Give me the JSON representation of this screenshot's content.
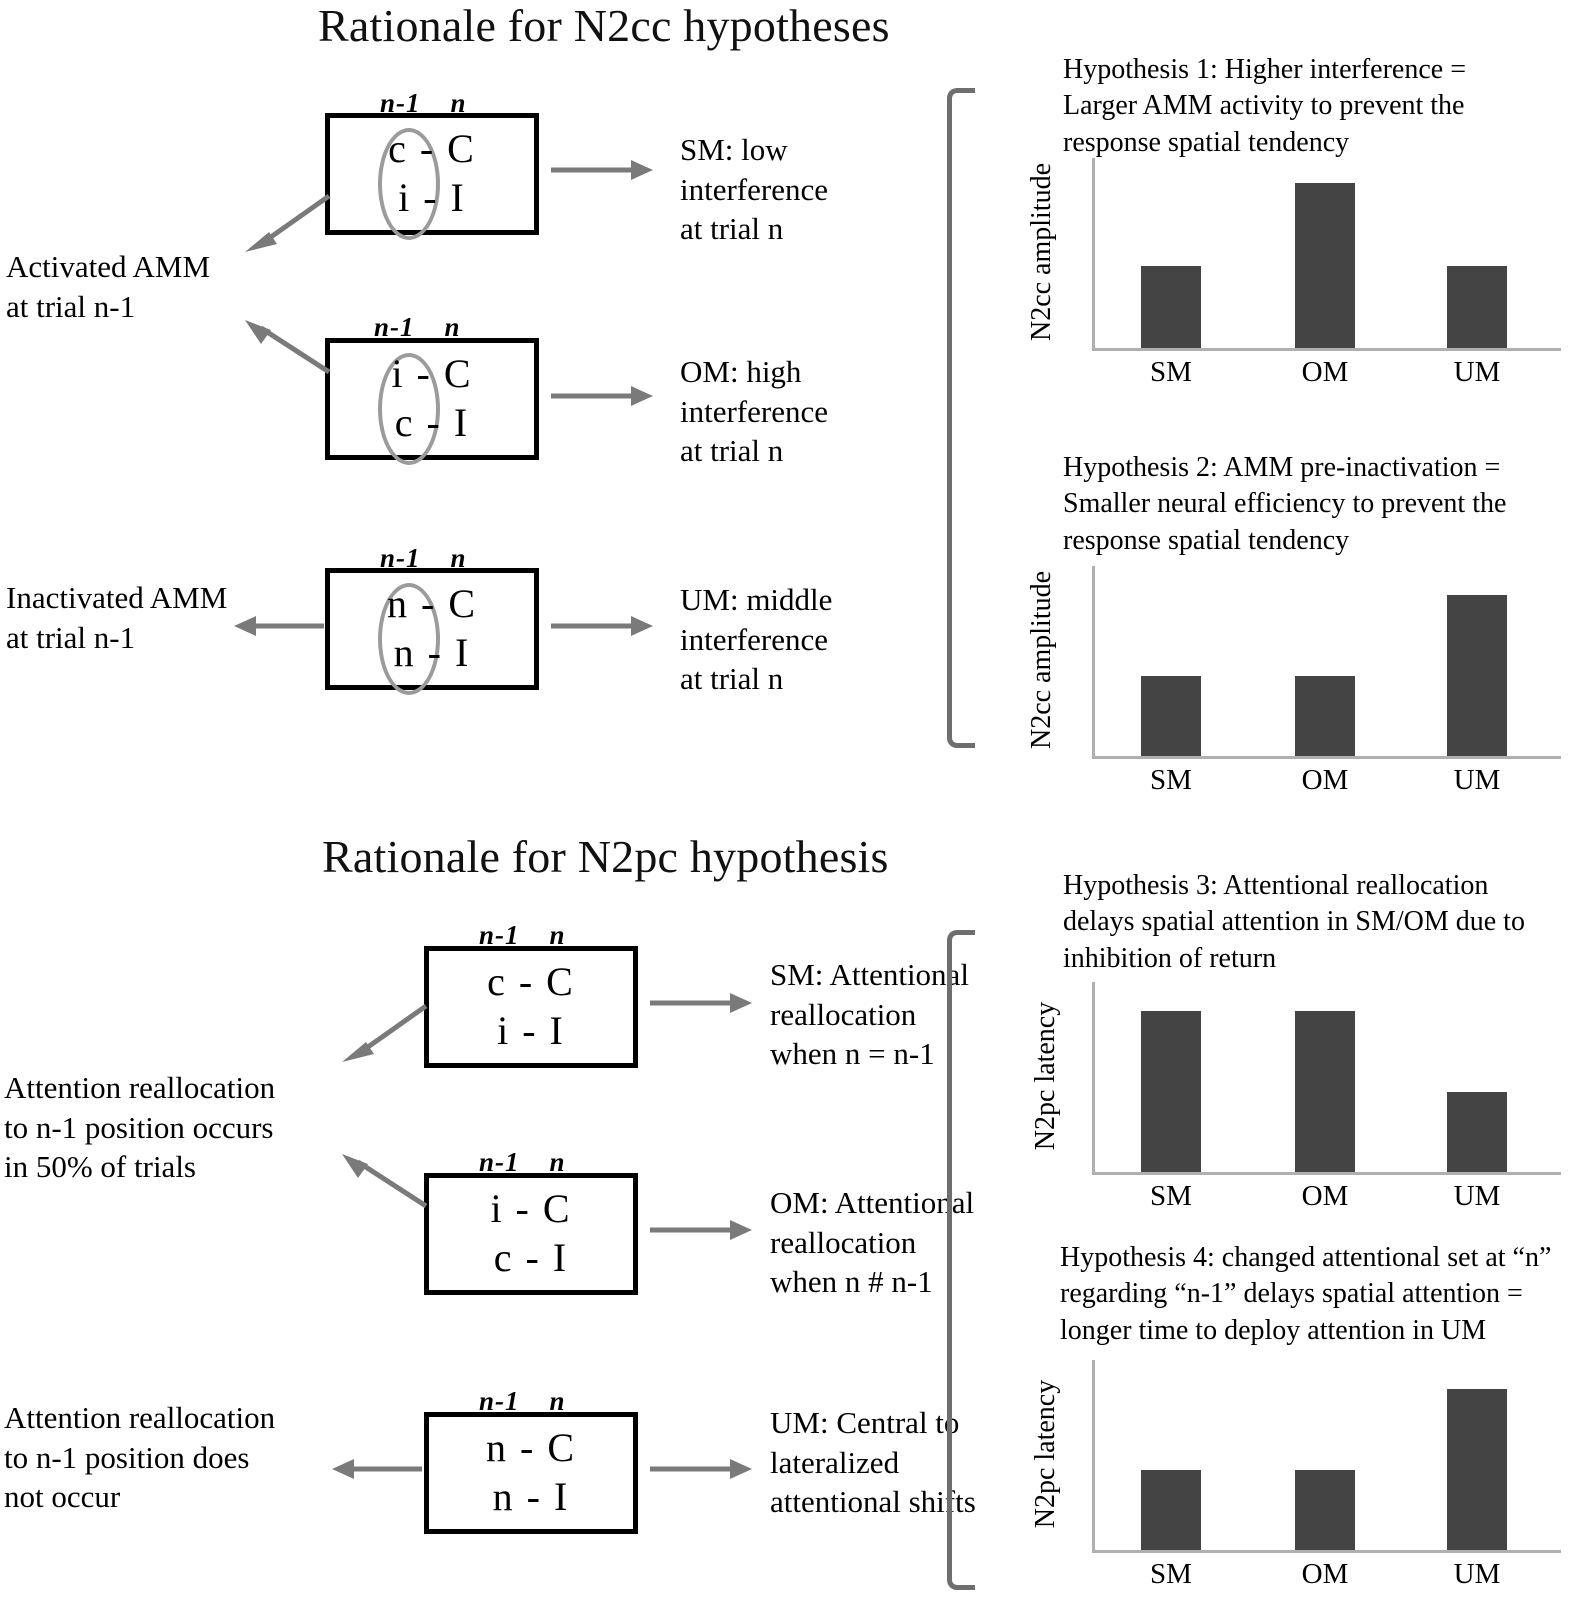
{
  "sections": {
    "n2cc_title": "Rationale for N2cc hypotheses",
    "n2pc_title": "Rationale for N2pc hypothesis"
  },
  "n2cc": {
    "left_labels": [
      "Activated AMM\nat trial n-1",
      "Inactivated AMM\nat trial n-1"
    ],
    "boxes": [
      {
        "header_left": "n-1",
        "header_right": "n",
        "row1": "c - C",
        "row2": "i - I",
        "has_ellipse": true,
        "right_label": "SM: low\ninterference\nat trial n"
      },
      {
        "header_left": "n-1",
        "header_right": "n",
        "row1": "i - C",
        "row2": "c - I",
        "has_ellipse": true,
        "right_label": "OM: high\ninterference\nat trial n"
      },
      {
        "header_left": "n-1",
        "header_right": "n",
        "row1": "n - C",
        "row2": "n - I",
        "has_ellipse": true,
        "right_label": "UM: middle\ninterference\nat trial n"
      }
    ]
  },
  "n2pc": {
    "left_labels": [
      "Attention reallocation\nto n-1 position occurs\nin 50% of trials",
      "Attention reallocation\nto n-1 position does\nnot occur"
    ],
    "boxes": [
      {
        "header_left": "n-1",
        "header_right": "n",
        "row1": "c - C",
        "row2": "i - I",
        "has_ellipse": false,
        "right_label": "SM: Attentional\nreallocation\nwhen n = n-1"
      },
      {
        "header_left": "n-1",
        "header_right": "n",
        "row1": "i - C",
        "row2": "c - I",
        "has_ellipse": false,
        "right_label": "OM: Attentional\nreallocation\nwhen n # n-1"
      },
      {
        "header_left": "n-1",
        "header_right": "n",
        "row1": "n - C",
        "row2": "n - I",
        "has_ellipse": false,
        "right_label": "UM: Central to\nlateralized\nattentional shifts"
      }
    ]
  },
  "hypotheses": [
    {
      "id": "hypothesis-1",
      "text": "Hypothesis 1: Higher interference =\nLarger AMM activity to prevent the\nresponse spatial tendency"
    },
    {
      "id": "hypothesis-2",
      "text": "Hypothesis 2: AMM pre-inactivation =\nSmaller neural efficiency to prevent the\nresponse spatial tendency"
    },
    {
      "id": "hypothesis-3",
      "text": "Hypothesis 3: Attentional reallocation\ndelays spatial attention in SM/OM due to\ninhibition of return"
    },
    {
      "id": "hypothesis-4",
      "text": "Hypothesis 4: changed attentional set at “n”\nregarding “n-1” delays spatial attention =\nlonger time to deploy attention in UM"
    }
  ],
  "colors": {
    "bar_fill": "#444444",
    "axis": "#b0b0b0",
    "arrow": "#7a7a7a",
    "ellipse": "#9b9b9b",
    "bracket": "#6e6e6e",
    "box_border": "#000000"
  },
  "chart_data": [
    {
      "type": "bar",
      "id": "chart-hypothesis-1",
      "title": "Hypothesis 1: Higher interference = Larger AMM activity to prevent the response spatial tendency",
      "categories": [
        "SM",
        "OM",
        "UM"
      ],
      "values": [
        43,
        87,
        43
      ],
      "xlabel": "",
      "ylabel": "N2cc amplitude",
      "ylim": [
        0,
        100
      ],
      "grid": false,
      "legend": "none"
    },
    {
      "type": "bar",
      "id": "chart-hypothesis-2",
      "title": "Hypothesis 2: AMM pre-inactivation = Smaller neural efficiency to prevent the response spatial tendency",
      "categories": [
        "SM",
        "OM",
        "UM"
      ],
      "values": [
        42,
        42,
        85
      ],
      "xlabel": "",
      "ylabel": "N2cc amplitude",
      "ylim": [
        0,
        100
      ],
      "grid": false,
      "legend": "none"
    },
    {
      "type": "bar",
      "id": "chart-hypothesis-3",
      "title": "Hypothesis 3: Attentional reallocation delays spatial attention in SM/OM due to inhibition of return",
      "categories": [
        "SM",
        "OM",
        "UM"
      ],
      "values": [
        85,
        85,
        42
      ],
      "xlabel": "",
      "ylabel": "N2pc latency",
      "ylim": [
        0,
        100
      ],
      "grid": false,
      "legend": "none"
    },
    {
      "type": "bar",
      "id": "chart-hypothesis-4",
      "title": "Hypothesis 4: changed attentional set at “n” regarding “n-1” delays spatial attention = longer time to deploy attention in UM",
      "categories": [
        "SM",
        "OM",
        "UM"
      ],
      "values": [
        42,
        42,
        85
      ],
      "xlabel": "",
      "ylabel": "N2pc latency",
      "ylim": [
        0,
        100
      ],
      "grid": false,
      "legend": "none"
    }
  ]
}
